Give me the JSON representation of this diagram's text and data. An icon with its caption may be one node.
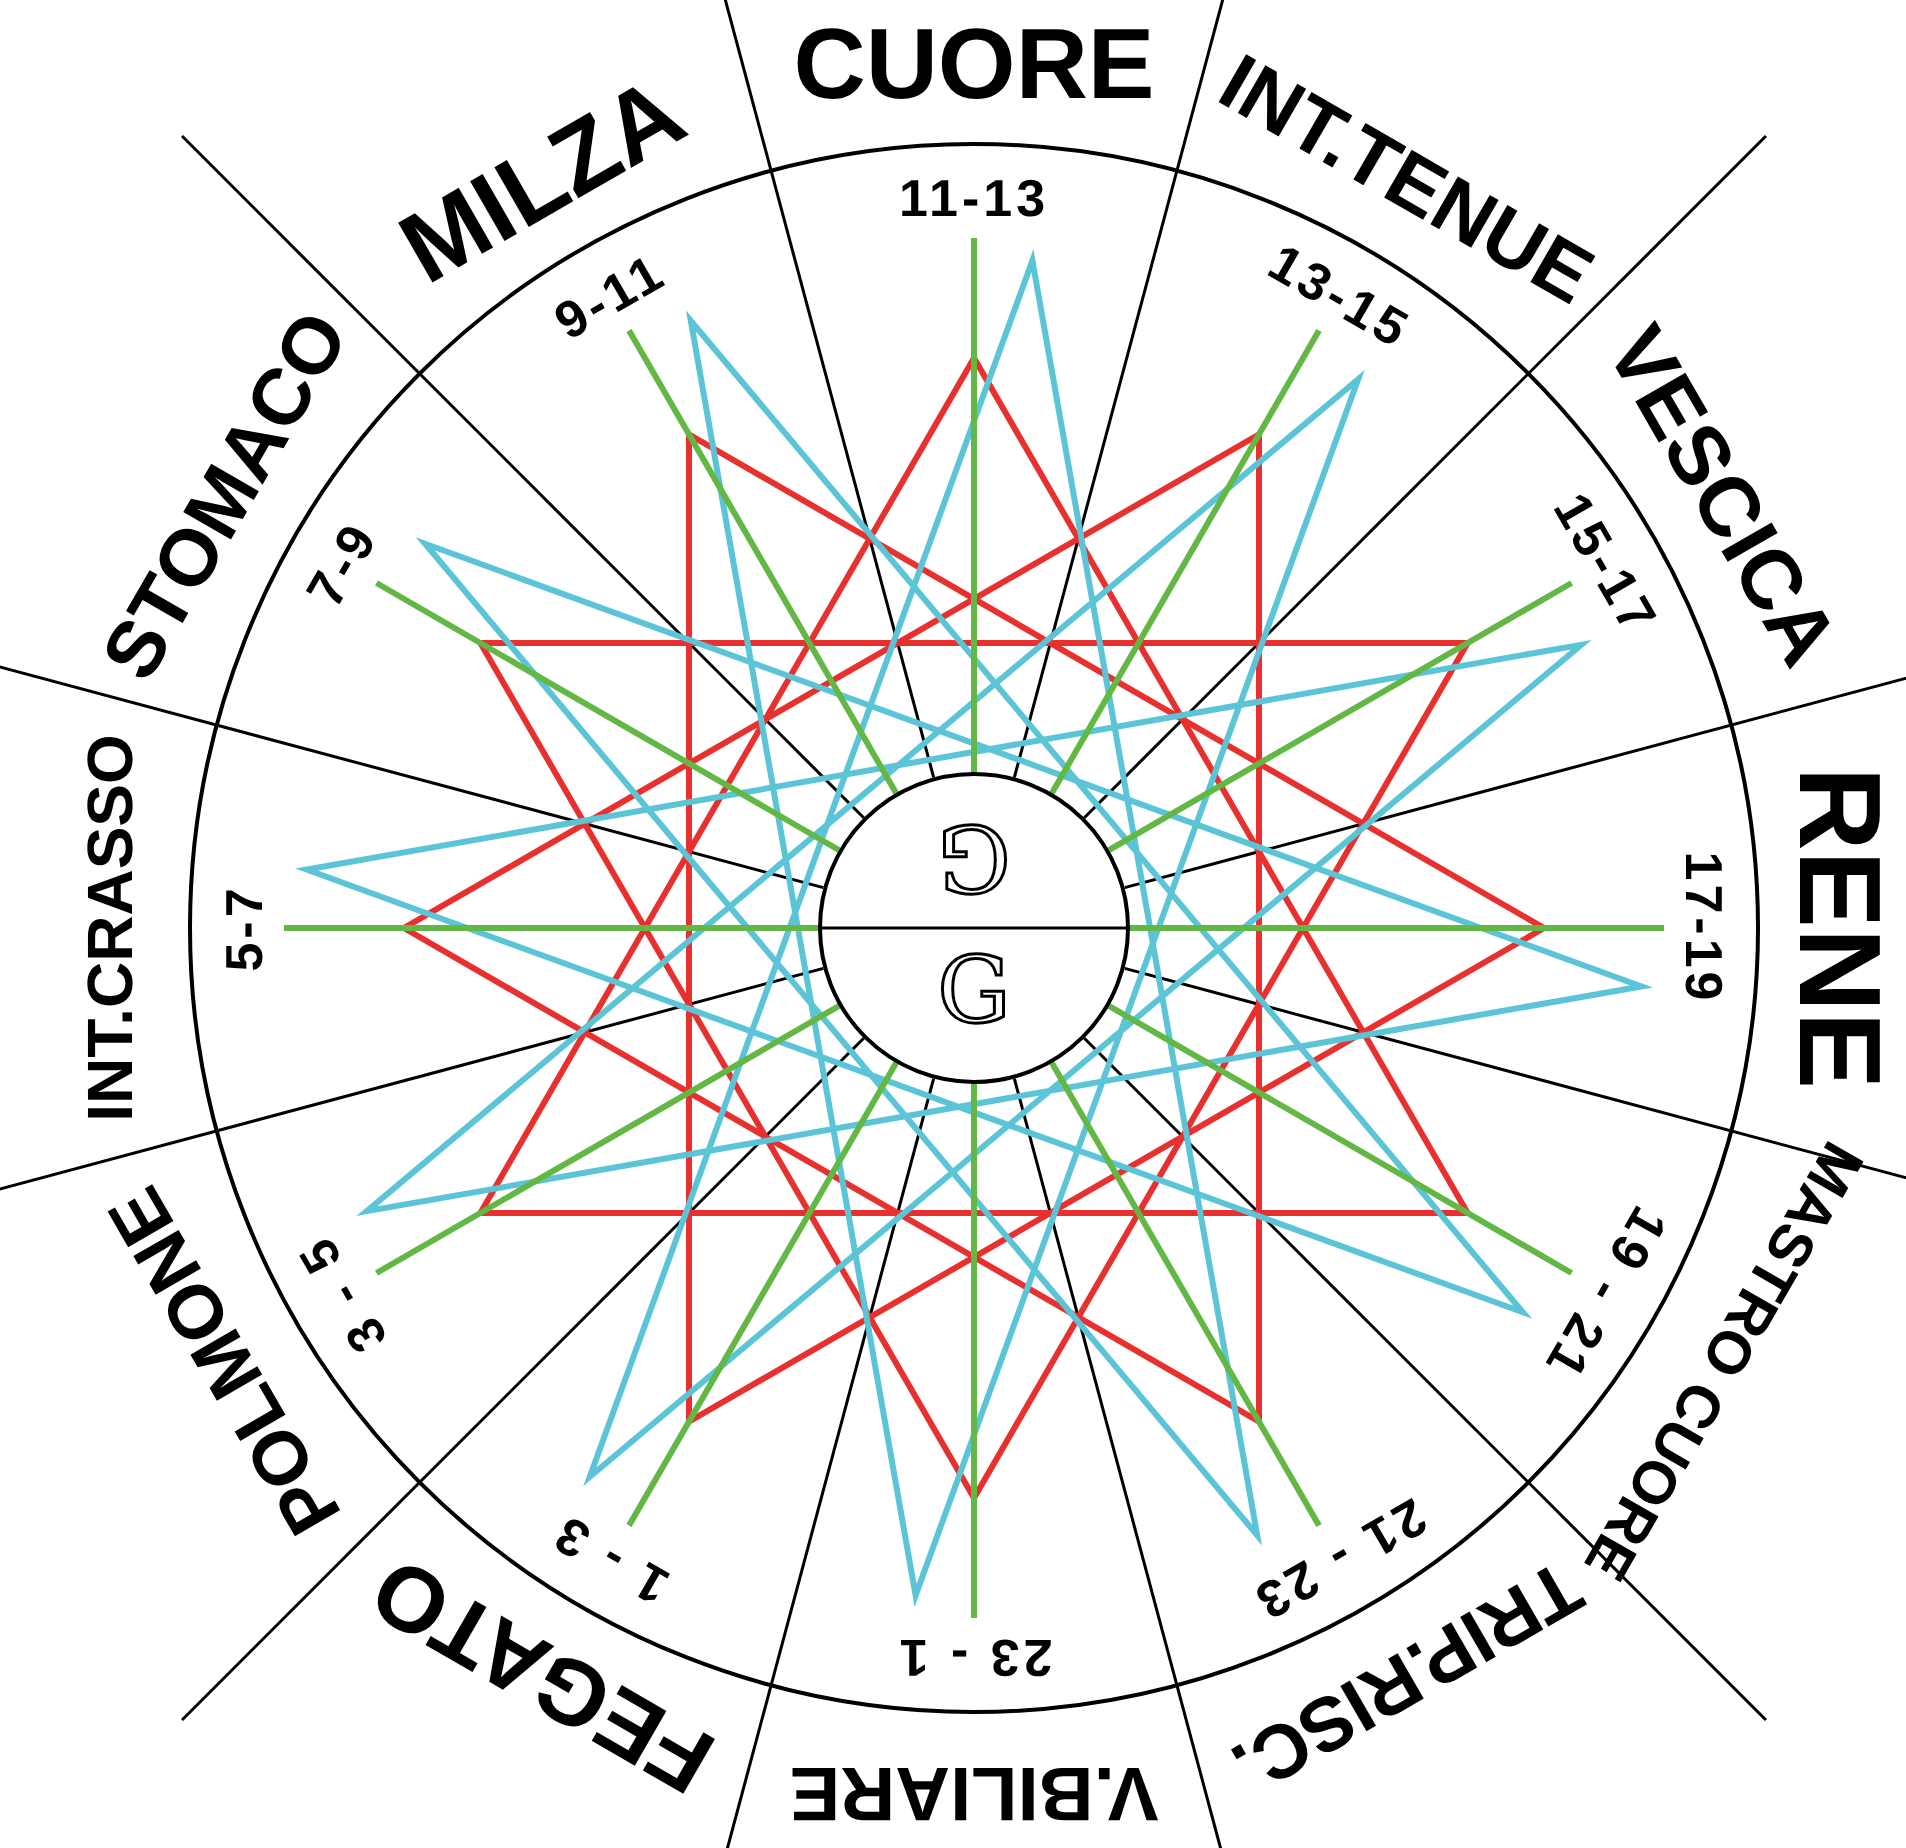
{
  "diagram": {
    "nodes": [
      {
        "text": [
          "G",
          "G"
        ]
      }
    ],
    "labels": [
      "CUORE",
      "11-13",
      "INT.TENUE",
      "13-15",
      "VESCICA",
      "15-17",
      "RENE",
      "17-19",
      "MASTRO CUORE",
      "19 - 21",
      "TRIP.RISC.",
      "21 - 23",
      "V.BILIARE",
      "23 - 1",
      "FEGATO",
      "1 - 3",
      "POLMONE",
      "3 - 5",
      "INT.CRASSO",
      "5-7",
      "STOMACO",
      "7-9",
      "MILZA",
      "9-11"
    ]
  }
}
